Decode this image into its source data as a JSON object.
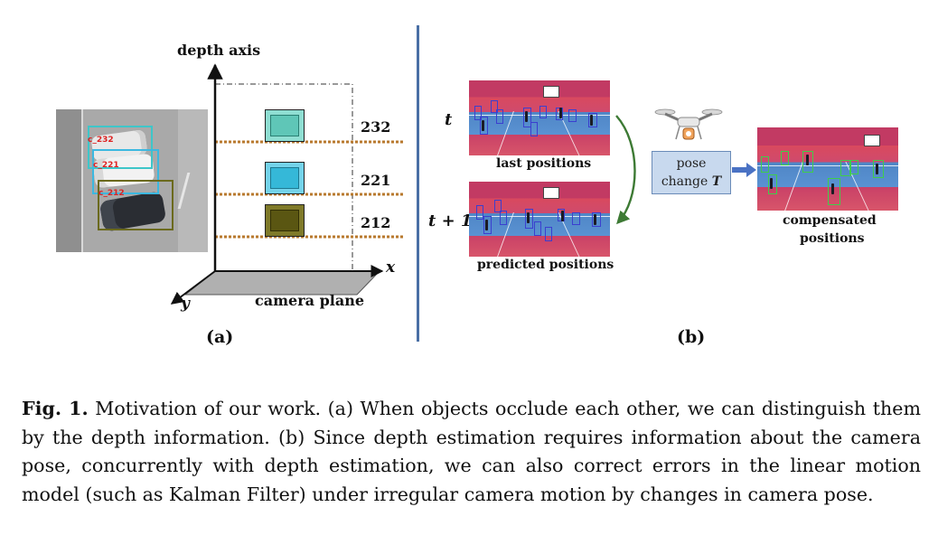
{
  "panel_a": {
    "depth_axis_label": "depth axis",
    "x_label": "x",
    "y_label": "y",
    "camera_plane_label": "camera plane",
    "depth_values": [
      "232",
      "221",
      "212"
    ],
    "tag": "(a)",
    "car_labels": [
      "c_232",
      "c_221",
      "c_212"
    ]
  },
  "panel_b": {
    "time_t": "t",
    "time_t1": "t + 1",
    "last_positions": "last positions",
    "predicted_positions": "predicted positions",
    "pose_box_line1": "pose",
    "pose_box_line2": "change",
    "pose_symbol": "T",
    "compensated_line1": "compensated",
    "compensated_line2": "positions",
    "tag": "(b)"
  },
  "colors": {
    "divider": "#4a6fa5",
    "dotted_line": "#b8792e",
    "cube_top": "#5fc6b7",
    "cube_mid": "#35b8d8",
    "cube_low": "#5a5612",
    "arrow": "#3d7a34",
    "pose_box_fill": "#c8d9ee",
    "pose_arrow": "#4a72c4"
  },
  "caption": {
    "label": "Fig. 1.",
    "text": "Motivation of our work. (a) When objects occlude each other, we can distinguish them by the depth information. (b) Since depth estimation requires information about the camera pose, concurrently with depth estimation, we can also correct errors in the linear motion model (such as Kalman Filter) under irregular camera motion by changes in camera pose."
  }
}
